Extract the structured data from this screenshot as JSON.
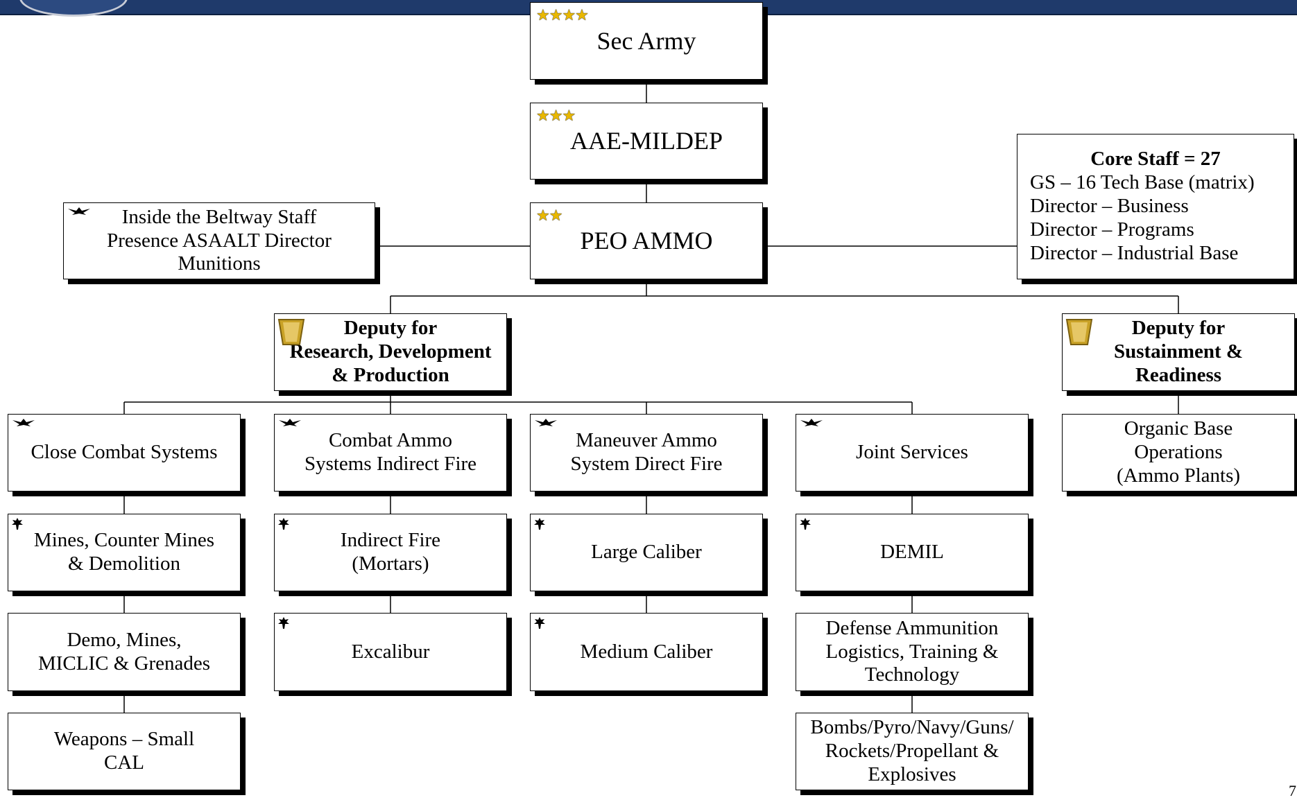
{
  "colors": {
    "header_bar": "#1f3a6b",
    "star": "#e9b800",
    "keystone": "#c9a227",
    "box_border": "#000000",
    "box_shadow": "#000000"
  },
  "nodes": {
    "sec_army": {
      "label": "Sec Army",
      "rank": "★★★★",
      "rank_icon": "four-star-icon"
    },
    "aae_mildep": {
      "label": "AAE-MILDEP",
      "rank": "★★★",
      "rank_icon": "three-star-icon"
    },
    "peo_ammo": {
      "label": "PEO AMMO",
      "rank": "★★",
      "rank_icon": "two-star-icon"
    },
    "beltway": {
      "lines": [
        "Inside the Beltway Staff",
        "Presence ASAALT Director",
        "Munitions"
      ],
      "rank_icon": "eagle-icon"
    },
    "core_staff": {
      "title": "Core Staff = 27",
      "lines": [
        "GS – 16 Tech Base (matrix)",
        "Director – Business",
        "Director – Programs",
        "Director – Industrial Base"
      ]
    },
    "deputy_rdp": {
      "lines": [
        "Deputy for",
        "Research, Development",
        "& Production"
      ],
      "rank_icon": "keystone-icon"
    },
    "deputy_sr": {
      "lines": [
        "Deputy for",
        "Sustainment &",
        "Readiness"
      ],
      "rank_icon": "keystone-icon"
    },
    "close_combat": {
      "lines": [
        "Close Combat Systems"
      ],
      "rank_icon": "eagle-icon"
    },
    "combat_ammo": {
      "lines": [
        "Combat Ammo",
        "Systems Indirect Fire"
      ],
      "rank_icon": "eagle-icon"
    },
    "maneuver_ammo": {
      "lines": [
        "Maneuver Ammo",
        "System Direct Fire"
      ],
      "rank_icon": "eagle-icon"
    },
    "joint_services": {
      "lines": [
        "Joint Services"
      ],
      "rank_icon": "eagle-icon"
    },
    "organic_base": {
      "lines": [
        "Organic Base",
        "Operations",
        "(Ammo Plants)"
      ]
    },
    "mines": {
      "lines": [
        "Mines, Counter Mines",
        "& Demolition"
      ],
      "rank_icon": "oak-leaf-icon"
    },
    "indirect_fire": {
      "lines": [
        "Indirect Fire",
        "(Mortars)"
      ],
      "rank_icon": "oak-leaf-icon"
    },
    "large_caliber": {
      "lines": [
        "Large Caliber"
      ],
      "rank_icon": "oak-leaf-icon"
    },
    "demil": {
      "lines": [
        "DEMIL"
      ],
      "rank_icon": "oak-leaf-icon"
    },
    "demo_mines": {
      "lines": [
        "Demo, Mines,",
        "MICLIC & Grenades"
      ]
    },
    "excalibur": {
      "lines": [
        "Excalibur"
      ],
      "rank_icon": "oak-leaf-icon"
    },
    "medium_caliber": {
      "lines": [
        "Medium Caliber"
      ],
      "rank_icon": "oak-leaf-icon"
    },
    "defense_ammo": {
      "lines": [
        "Defense Ammunition",
        "Logistics, Training &",
        "Technology"
      ]
    },
    "weapons_small": {
      "lines": [
        "Weapons – Small",
        "CAL"
      ]
    },
    "bombs": {
      "lines": [
        "Bombs/Pyro/Navy/Guns/",
        "Rockets/Propellant &",
        "Explosives"
      ]
    }
  },
  "page_number": "7"
}
